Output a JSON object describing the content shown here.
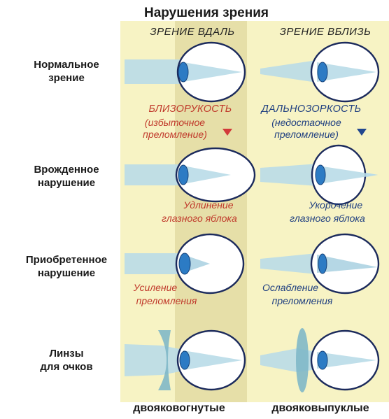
{
  "title": "Нарушения зрения",
  "columns": {
    "far": "ЗРЕНИЕ ВДАЛЬ",
    "near": "ЗРЕНИЕ ВБЛИЗЬ"
  },
  "rows": {
    "normal": [
      "Нормальное",
      "зрение"
    ],
    "congenital": [
      "Врожденное",
      "нарушение"
    ],
    "acquired": [
      "Приобретенное",
      "нарушение"
    ],
    "lenses": [
      "Линзы",
      "для очков"
    ]
  },
  "myopia": {
    "name": "БЛИЗОРУКОСТЬ",
    "note": [
      "(избыточное",
      "преломление)"
    ],
    "congenital_cause": [
      "Удлинение",
      "глазного яблока"
    ],
    "acquired_cause": [
      "Усиление",
      "преломления"
    ],
    "lens_type": "двояковогнутые"
  },
  "hyperopia": {
    "name": "ДАЛЬНОЗОРКОСТЬ",
    "note": [
      "(недостаочное",
      "преломление)"
    ],
    "congenital_cause": [
      "Укорочение",
      "глазного яблока"
    ],
    "acquired_cause": [
      "Ослабление",
      "преломления"
    ],
    "lens_type": "двояковыпуклые"
  },
  "colors": {
    "background_left": "#f7f3c4",
    "background_mid": "#e6dfa8",
    "myopia": "#c0392b",
    "hyperopia": "#1f3f80",
    "beam": "#b9dbe8",
    "eye_outline": "#1b2a5c",
    "lens": "#2c7bc4"
  },
  "icons": [
    "red-triangle-icon",
    "blue-triangle-icon",
    "eye-icon",
    "concave-lens-icon",
    "convex-lens-icon"
  ]
}
